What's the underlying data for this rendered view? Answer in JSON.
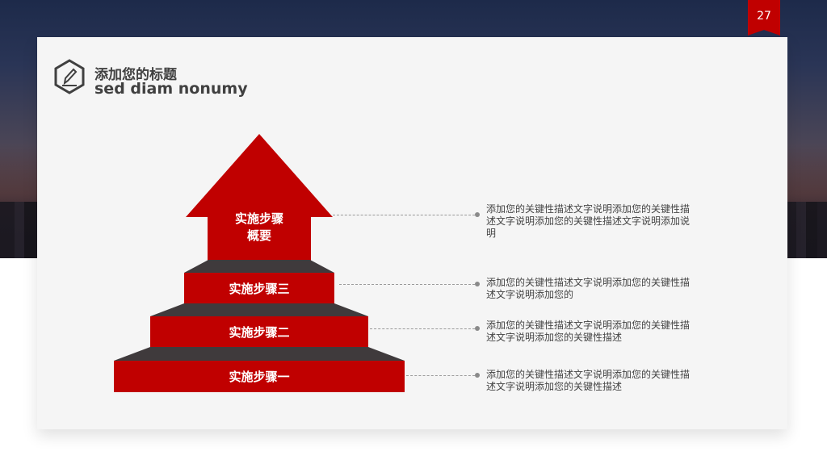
{
  "page_number": "27",
  "header": {
    "title": "添加您的标题",
    "subtitle": "sed diam nonumy",
    "icon": "pencil-hexagon-icon"
  },
  "steps": [
    {
      "label_line1": "实施步骤",
      "label_line2": "概要",
      "description": "添加您的关键性描述文字说明添加您的关键性描述文字说明添加您的关键性描述文字说明添加说明"
    },
    {
      "label": "实施步骤三",
      "description": "添加您的关键性描述文字说明添加您的关键性描述文字说明添加您的"
    },
    {
      "label": "实施步骤二",
      "description": "添加您的关键性描述文字说明添加您的关键性描述文字说明添加您的关键性描述"
    },
    {
      "label": "实施步骤一",
      "description": "添加您的关键性描述文字说明添加您的关键性描述文字说明添加您的关键性描述"
    }
  ],
  "colors": {
    "accent": "#c00000",
    "ledge": "#3f3a3c",
    "text": "#404040"
  }
}
